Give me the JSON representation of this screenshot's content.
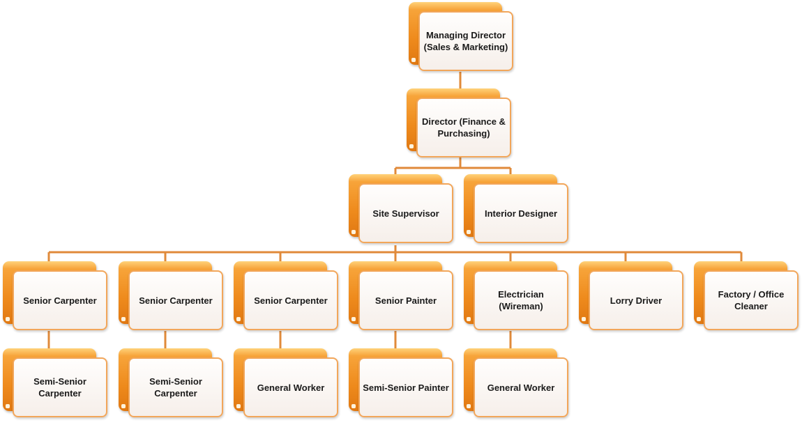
{
  "colors": {
    "accent": "#ee8a1c",
    "line": "#e08a3a",
    "box_border": "#f2a65a"
  },
  "nodes": {
    "managing_director": "Managing Director (Sales & Marketing)",
    "director": "Director (Finance & Purchasing)",
    "site_supervisor": "Site Supervisor",
    "interior_designer": "Interior Designer",
    "row3": [
      "Senior Carpenter",
      "Senior Carpenter",
      "Senior Carpenter",
      "Senior Painter",
      "Electrician (Wireman)",
      "Lorry Driver",
      "Factory / Office Cleaner"
    ],
    "row4": [
      "Semi-Senior Carpenter",
      "Semi-Senior Carpenter",
      "General Worker",
      "Semi-Senior Painter",
      "General Worker"
    ]
  }
}
